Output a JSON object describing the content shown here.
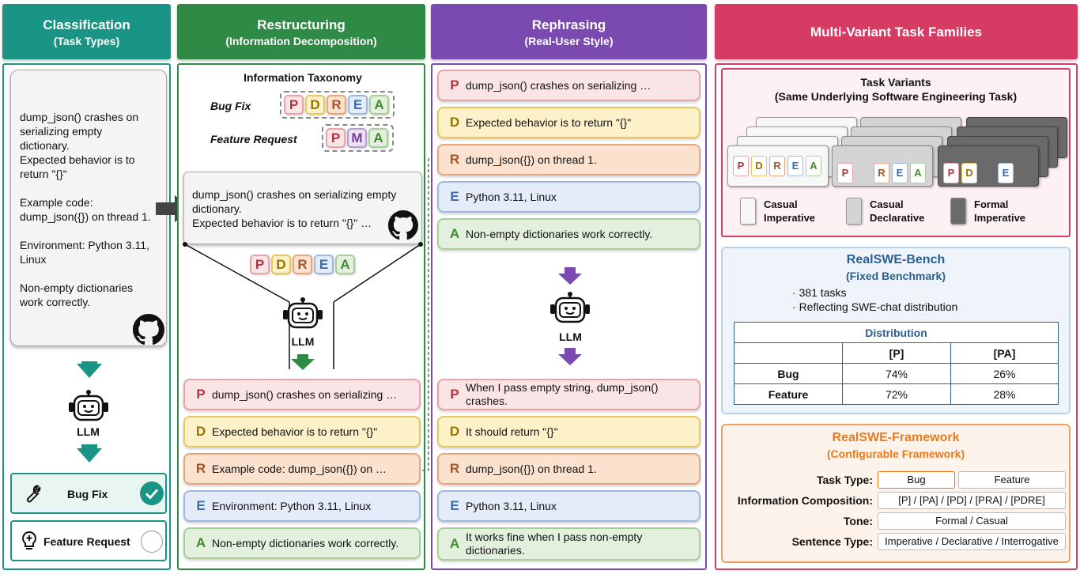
{
  "headers": {
    "classification": {
      "title": "Classification",
      "subtitle": "(Task Types)"
    },
    "restructuring": {
      "title": "Restructuring",
      "subtitle": "(Information Decomposition)"
    },
    "rephrasing": {
      "title": "Rephrasing",
      "subtitle": "(Real-User Style)"
    },
    "multivariant": {
      "title": "Multi-Variant Task Families"
    }
  },
  "colors": {
    "classification": "#1a9484",
    "restructuring": "#2e8a44",
    "rephrasing": "#7a4ab0",
    "multivariant": "#d63c63"
  },
  "classification": {
    "issue_lines": [
      "dump_json() crashes on",
      "serializing empty",
      "dictionary.",
      "Expected behavior is to",
      "return \"{}\"",
      "",
      "Example code:",
      "dump_json({}) on thread 1.",
      "",
      "Environment: Python 3.11,",
      "Linux",
      "",
      "Non-empty dictionaries",
      "work correctly."
    ],
    "llm_label": "LLM",
    "bug_fix": "Bug Fix",
    "feature_request": "Feature Request"
  },
  "restructuring": {
    "taxonomy_title": "Information Taxonomy",
    "bug_fix_label": "Bug Fix",
    "bug_fix_letters": [
      "P",
      "D",
      "R",
      "E",
      "A"
    ],
    "feature_label": "Feature Request",
    "feature_letters": [
      "P",
      "M",
      "A"
    ],
    "issue_lines": [
      "dump_json() crashes on serializing empty",
      "dictionary.",
      "Expected behavior is to return \"{}\" …"
    ],
    "pdrea": [
      "P",
      "D",
      "R",
      "E",
      "A"
    ],
    "llm_label": "LLM",
    "cards": [
      {
        "letter": "P",
        "text": "dump_json() crashes on serializing …"
      },
      {
        "letter": "D",
        "text": "Expected behavior is to return \"{}\""
      },
      {
        "letter": "R",
        "text": "Example code: dump_json({}) on …"
      },
      {
        "letter": "E",
        "text": "Environment: Python 3.11, Linux"
      },
      {
        "letter": "A",
        "text": "Non-empty dictionaries work correctly."
      }
    ]
  },
  "rephrasing": {
    "top_cards": [
      {
        "letter": "P",
        "text": "dump_json() crashes on serializing …"
      },
      {
        "letter": "D",
        "text": "Expected behavior is to return \"{}\""
      },
      {
        "letter": "R",
        "text": "dump_json({}) on thread 1."
      },
      {
        "letter": "E",
        "text": "Python 3.11, Linux"
      },
      {
        "letter": "A",
        "text": "Non-empty dictionaries work correctly."
      }
    ],
    "llm_label": "LLM",
    "bottom_cards": [
      {
        "letter": "P",
        "text": "When I pass empty string, dump_json() crashes."
      },
      {
        "letter": "D",
        "text": "It should return \"{}\""
      },
      {
        "letter": "R",
        "text": "dump_json({}) on thread 1."
      },
      {
        "letter": "E",
        "text": "Python 3.11, Linux"
      },
      {
        "letter": "A",
        "text": "It works fine when I pass non-empty dictionaries."
      }
    ]
  },
  "variants": {
    "title": "Task Variants",
    "subtitle": "(Same Underlying Software Engineering Task)",
    "stack1_letters": [
      "P",
      "D",
      "R",
      "E",
      "A"
    ],
    "stack2_letters": [
      "P",
      "",
      "R",
      "E",
      "A"
    ],
    "stack3_letters": [
      "P",
      "D",
      "",
      "E",
      ""
    ],
    "legend": [
      {
        "label1": "Casual",
        "label2": "Imperative",
        "color": "#f7f7f7"
      },
      {
        "label1": "Casual",
        "label2": "Declarative",
        "color": "#d4d4d4"
      },
      {
        "label1": "Formal",
        "label2": "Imperative",
        "color": "#6a6a6a"
      }
    ]
  },
  "bench": {
    "title": "RealSWE-Bench",
    "subtitle": "(Fixed Benchmark)",
    "bullets": [
      "381 tasks",
      "Reflecting SWE-chat distribution"
    ],
    "table_title": "Distribution",
    "columns": [
      "[P]",
      "[PA]"
    ],
    "rows": [
      {
        "label": "Bug",
        "p": "74%",
        "pa": "26%"
      },
      {
        "label": "Feature",
        "p": "72%",
        "pa": "28%"
      }
    ]
  },
  "framework": {
    "title": "RealSWE-Framework",
    "subtitle": "(Configurable Framework)",
    "task_type_label": "Task Type:",
    "task_type_opts": [
      "Bug",
      "Feature"
    ],
    "info_label": "Information Composition:",
    "info_value": "[P] / [PA] / [PD] / [PRA] / [PDRE]",
    "tone_label": "Tone:",
    "tone_value": "Formal / Casual",
    "sentence_label": "Sentence Type:",
    "sentence_value": "Imperative / Declarative / Interrogative"
  }
}
